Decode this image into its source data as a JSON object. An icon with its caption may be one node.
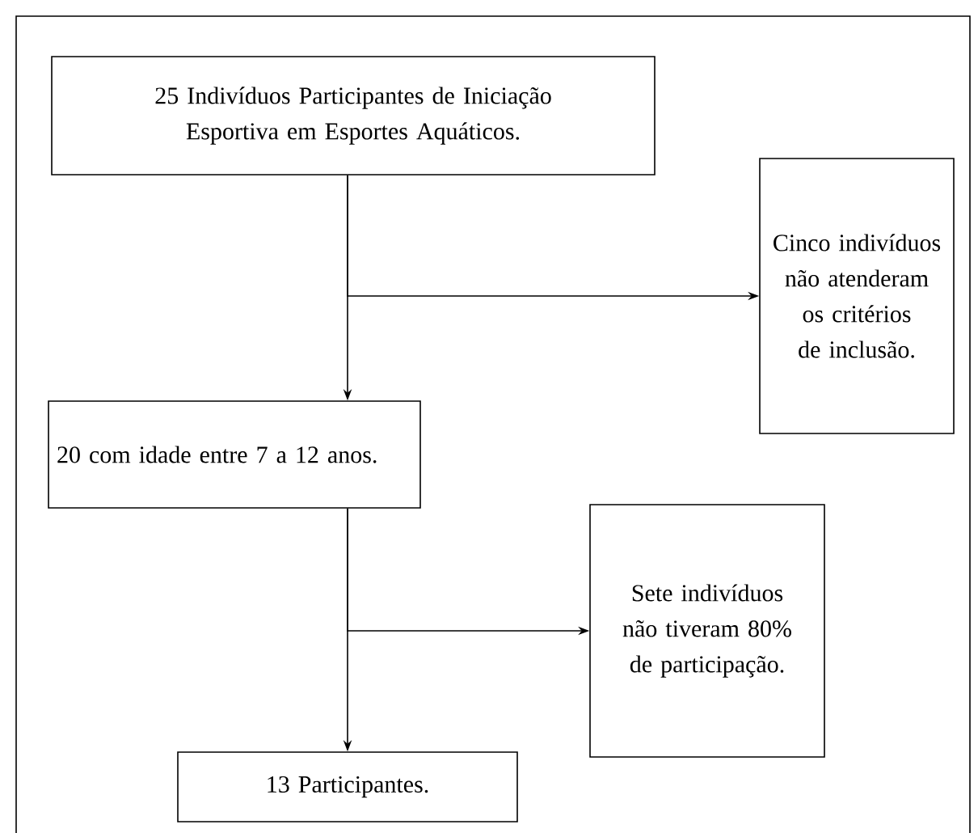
{
  "diagram": {
    "nodes": [
      {
        "text": [
          "25 Indivíduos Participantes de Iniciação Esportiva em Esportes Aquáticos."
        ]
      },
      {
        "text": [
          "Cinco indivíduos não atenderam os critérios de inclusão."
        ]
      },
      {
        "text": [
          "20 com idade entre 7 a 12 anos."
        ]
      },
      {
        "text": [
          "Sete indivíduos não tiveram 80% de participação."
        ]
      },
      {
        "text": [
          "13 Participantes."
        ]
      }
    ],
    "edges": [
      {
        "from": 0,
        "to": 2,
        "arrow": "to"
      },
      {
        "from": 0,
        "to": 1,
        "arrow": "to"
      },
      {
        "from": 2,
        "to": 4,
        "arrow": "to"
      },
      {
        "from": 2,
        "to": 3,
        "arrow": "to"
      }
    ]
  }
}
